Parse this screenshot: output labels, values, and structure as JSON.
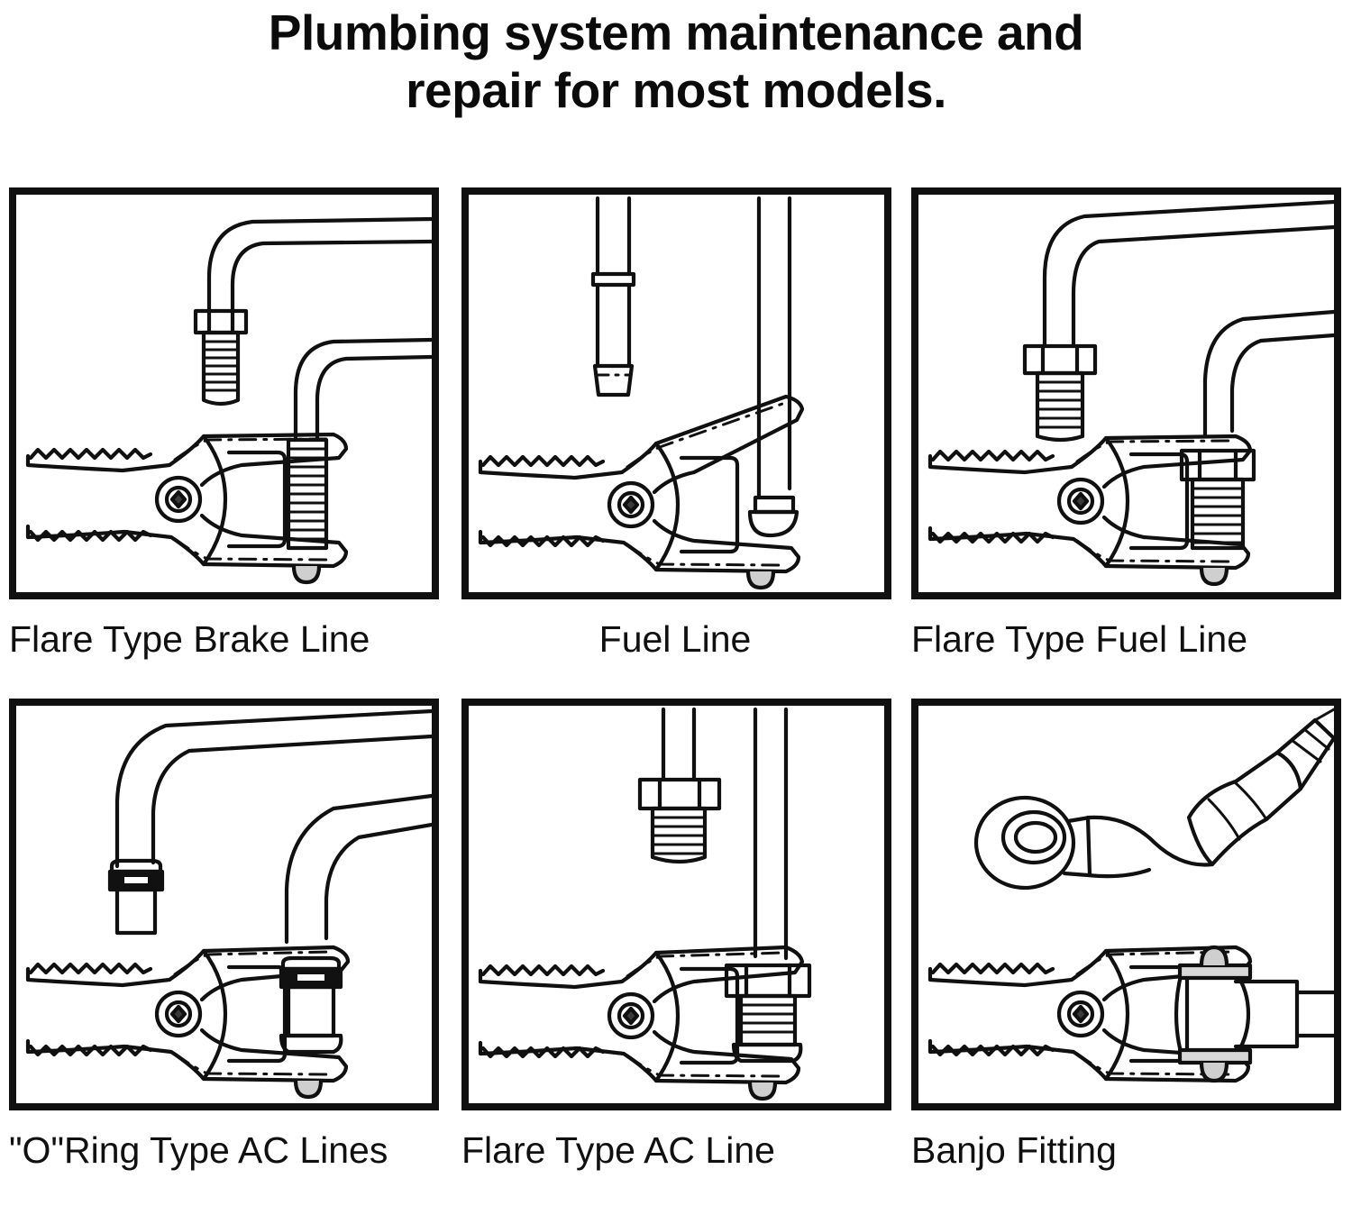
{
  "title": {
    "line1": "Plumbing system maintenance and",
    "line2": "repair for most models."
  },
  "colors": {
    "ink": "#101010",
    "background": "#ffffff",
    "oring": "#111111"
  },
  "panels": [
    {
      "id": "flare-type-brake-line",
      "caption": "Flare Type Brake Line",
      "caption_align": "left",
      "illustration": "pliers-clamping-flare-brake-line",
      "elements": [
        "curved-brake-line",
        "hex-nut",
        "threaded-fitting",
        "serrated-plier-jaws",
        "pivot-rivet"
      ]
    },
    {
      "id": "fuel-line",
      "caption": "Fuel Line",
      "caption_align": "center",
      "illustration": "pliers-clamping-fuel-line",
      "elements": [
        "straight-fuel-line",
        "collar-ring",
        "tapered-end-fitting",
        "serrated-plier-jaws",
        "pivot-rivet"
      ]
    },
    {
      "id": "flare-type-fuel-line",
      "caption": "Flare Type Fuel Line",
      "caption_align": "left",
      "illustration": "pliers-clamping-flare-fuel-line",
      "elements": [
        "curved-fuel-line",
        "large-hex-nut",
        "threaded-fitting",
        "serrated-plier-jaws",
        "pivot-rivet"
      ]
    },
    {
      "id": "o-ring-type-ac-lines",
      "caption": "\"O\"Ring Type AC Lines",
      "caption_align": "left",
      "illustration": "pliers-clamping-o-ring-ac-line",
      "elements": [
        "curved-ac-line",
        "o-ring-seal",
        "sleeve-fitting",
        "serrated-plier-jaws",
        "pivot-rivet"
      ]
    },
    {
      "id": "flare-type-ac-line",
      "caption": "Flare Type AC Line",
      "caption_align": "left",
      "illustration": "pliers-clamping-flare-ac-line",
      "elements": [
        "straight-ac-line",
        "hex-nut",
        "threaded-fitting",
        "serrated-plier-jaws",
        "pivot-rivet"
      ]
    },
    {
      "id": "banjo-fitting",
      "caption": "Banjo Fitting",
      "caption_align": "left",
      "illustration": "pliers-clamping-banjo-fitting",
      "elements": [
        "banjo-eyelet",
        "curved-hose",
        "crimp-collar",
        "serrated-plier-jaws",
        "pivot-rivet"
      ]
    }
  ]
}
